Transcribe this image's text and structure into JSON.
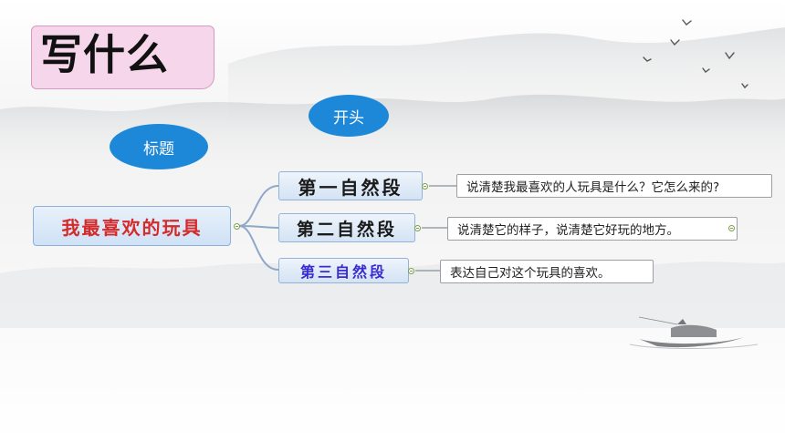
{
  "title": "写什么",
  "bubbles": {
    "title_label": "标题",
    "opening_label": "开头"
  },
  "mindmap": {
    "root": "我最喜欢的玩具",
    "paragraphs": [
      {
        "label": "第一自然段",
        "description": "说清楚我最喜欢的人玩具是什么？它怎么来的?"
      },
      {
        "label": "第二自然段",
        "description": "说清楚它的样子，说清楚它好玩的地方。"
      },
      {
        "label": "第三自然段",
        "description": "表达自己对这个玩具的喜欢。"
      }
    ]
  },
  "colors": {
    "title_box": "#f6d6ea",
    "bubble": "#1e88d8",
    "root_text": "#d42a2a",
    "para_text_dark": "#1a1a1a",
    "para_text_blue": "#3a2ad0",
    "connector": "#8fa8c8"
  }
}
